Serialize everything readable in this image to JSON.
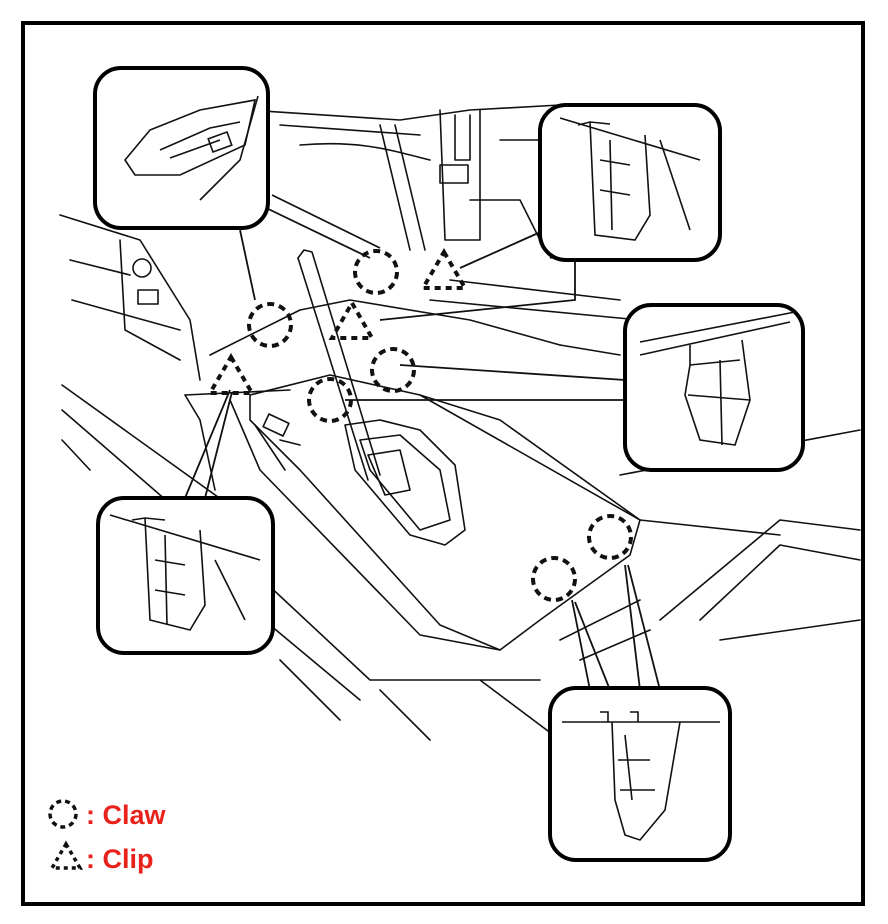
{
  "legend": {
    "items": [
      {
        "symbol": "dashed-circle",
        "text": ": Claw"
      },
      {
        "symbol": "dashed-triangle",
        "text": ": Clip"
      }
    ]
  },
  "colors": {
    "legend_text": "#e8221b",
    "line": "#111111",
    "frame": "#000000",
    "background": "#ffffff"
  }
}
